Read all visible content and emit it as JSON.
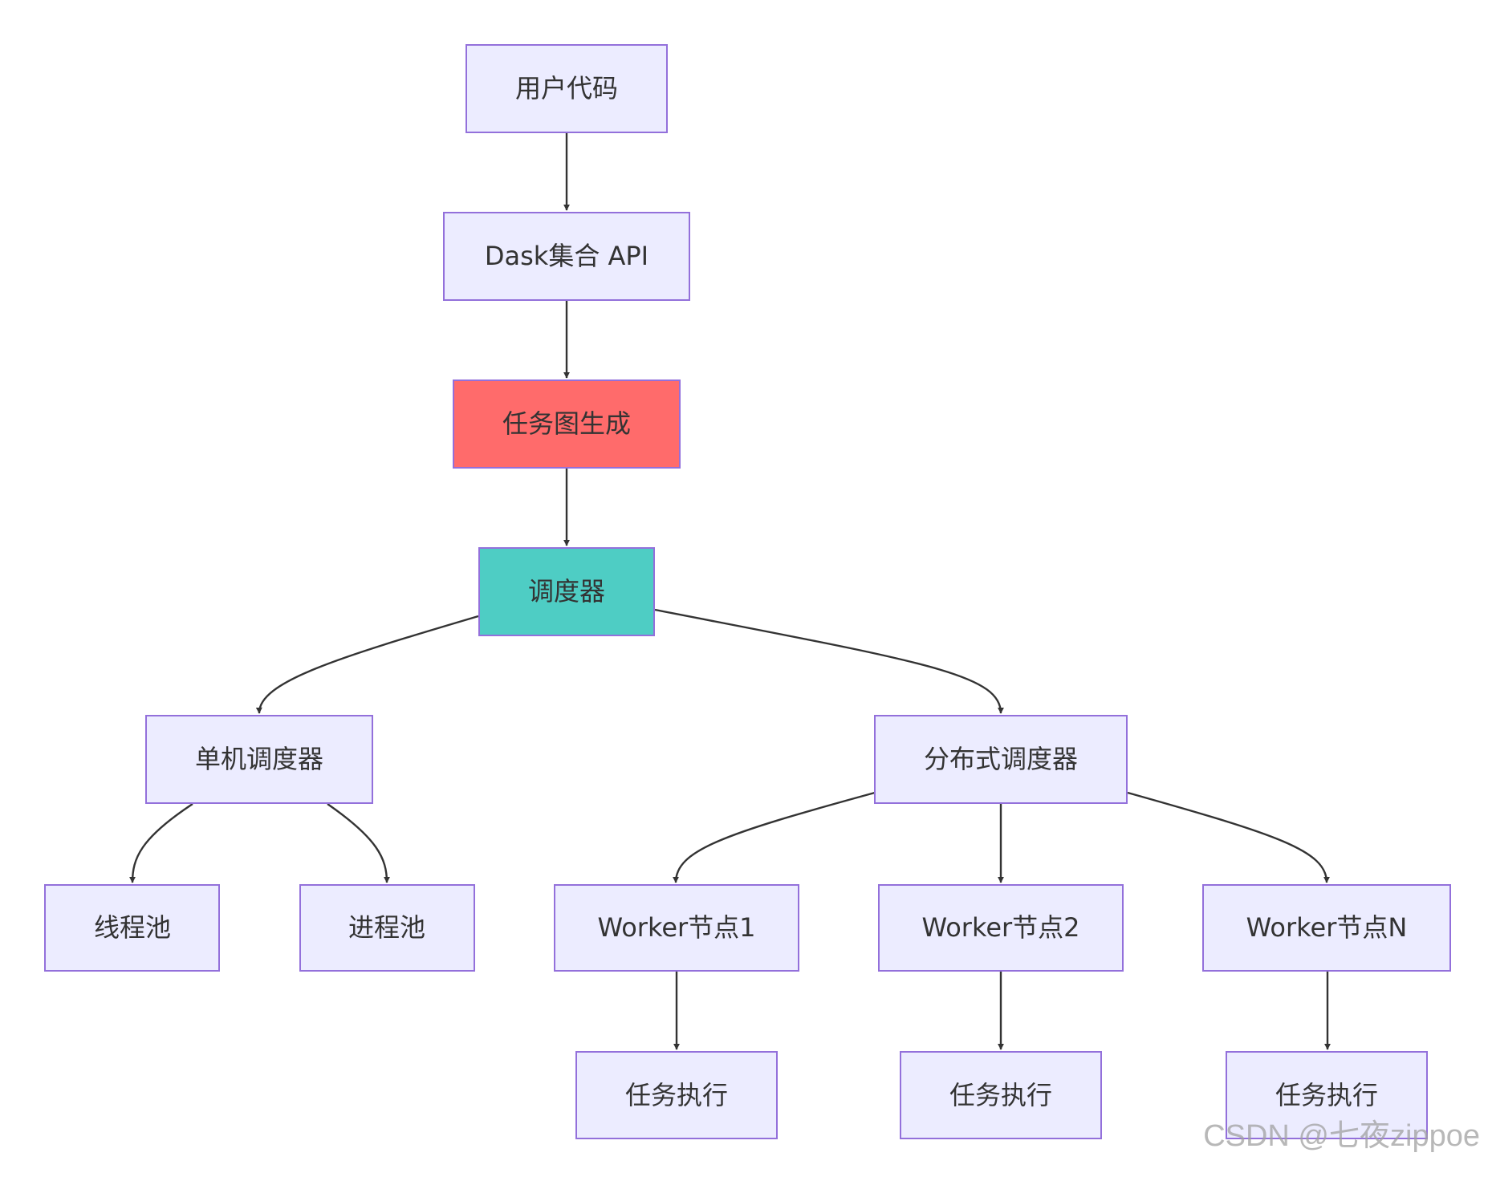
{
  "colors": {
    "node_fill": "#ECECFF",
    "node_stroke": "#9370DB",
    "highlight_red": "#FF6B6B",
    "highlight_teal": "#4ECDC4",
    "edge": "#333333"
  },
  "nodes": {
    "user_code": "用户代码",
    "dask_api": "Dask集合 API",
    "task_graph": "任务图生成",
    "scheduler": "调度器",
    "local_scheduler": "单机调度器",
    "distributed_scheduler": "分布式调度器",
    "thread_pool": "线程池",
    "process_pool": "进程池",
    "worker_1": "Worker节点1",
    "worker_2": "Worker节点2",
    "worker_n": "Worker节点N",
    "exec_1": "任务执行",
    "exec_2": "任务执行",
    "exec_n": "任务执行"
  },
  "edges": [
    [
      "user_code",
      "dask_api"
    ],
    [
      "dask_api",
      "task_graph"
    ],
    [
      "task_graph",
      "scheduler"
    ],
    [
      "scheduler",
      "local_scheduler"
    ],
    [
      "scheduler",
      "distributed_scheduler"
    ],
    [
      "local_scheduler",
      "thread_pool"
    ],
    [
      "local_scheduler",
      "process_pool"
    ],
    [
      "distributed_scheduler",
      "worker_1"
    ],
    [
      "distributed_scheduler",
      "worker_2"
    ],
    [
      "distributed_scheduler",
      "worker_n"
    ],
    [
      "worker_1",
      "exec_1"
    ],
    [
      "worker_2",
      "exec_2"
    ],
    [
      "worker_n",
      "exec_n"
    ]
  ],
  "watermark": "CSDN @七夜zippoe"
}
